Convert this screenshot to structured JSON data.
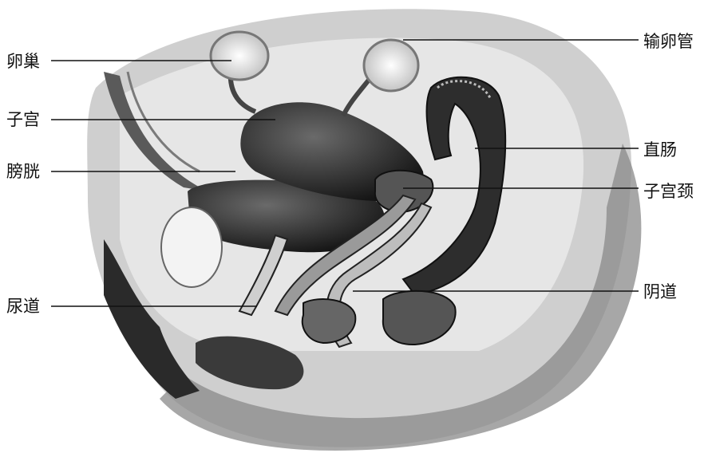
{
  "labels": {
    "ovary": "卵巢",
    "uterus": "子宫",
    "bladder": "膀胱",
    "urethra": "尿道",
    "fallopian_tube": "输卵管",
    "rectum": "直肠",
    "cervix": "子宫颈",
    "vagina": "阴道"
  }
}
